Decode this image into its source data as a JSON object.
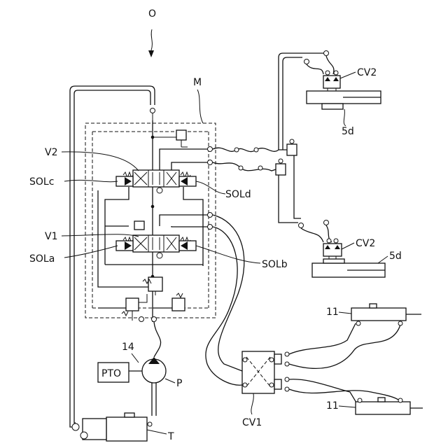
{
  "labels": {
    "system": "O",
    "manifold": "M",
    "valve_v2": "V2",
    "valve_v1": "V1",
    "sol_c": "SOLc",
    "sol_d": "SOLd",
    "sol_a": "SOLa",
    "sol_b": "SOLb",
    "pump_ref": "14",
    "pto": "PTO",
    "pump": "P",
    "tank": "T",
    "control_valve_top": "CV2",
    "control_valve_bottom": "CV2",
    "cylinder_top": "5d",
    "cylinder_bottom": "5d",
    "control_valve_1": "CV1",
    "cylinder_11_top": "11",
    "cylinder_11_bottom": "11"
  }
}
